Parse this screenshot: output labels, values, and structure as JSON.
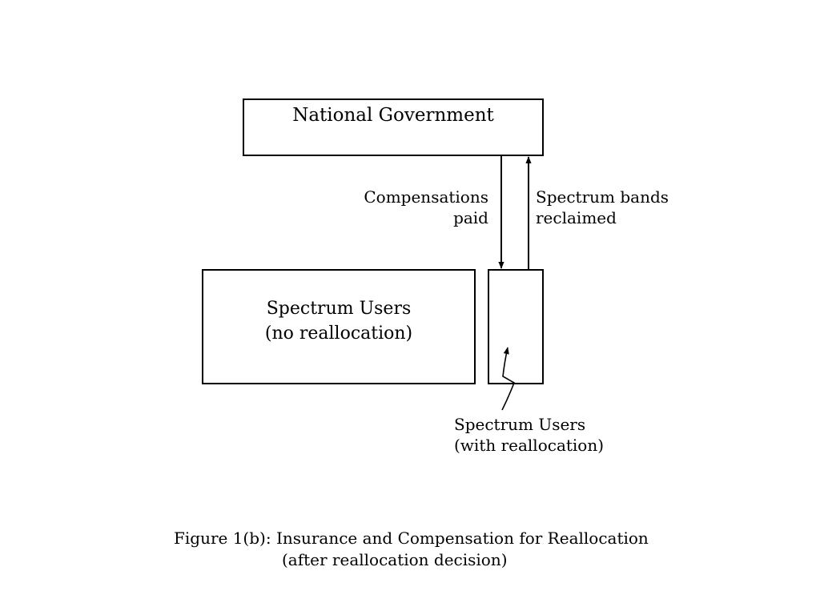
{
  "diagram": {
    "national_government": "National Government",
    "no_reallocation": {
      "line1": "Spectrum Users",
      "line2": "(no reallocation)"
    },
    "with_reallocation": {
      "line1": "Spectrum Users",
      "line2": "(with reallocation)"
    },
    "compensations": {
      "line1": "Compensations",
      "line2": "paid"
    },
    "spectrum_bands": {
      "line1": "Spectrum bands",
      "line2": "reclaimed"
    }
  },
  "caption": {
    "line1": "Figure 1(b): Insurance and Compensation for Reallocation",
    "line2": "(after reallocation decision)"
  }
}
